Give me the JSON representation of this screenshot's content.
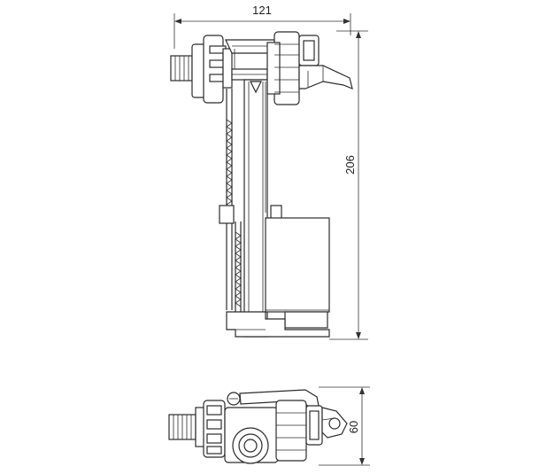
{
  "dimensions": {
    "width_label": "121",
    "height_label": "206",
    "depth_label": "60"
  }
}
